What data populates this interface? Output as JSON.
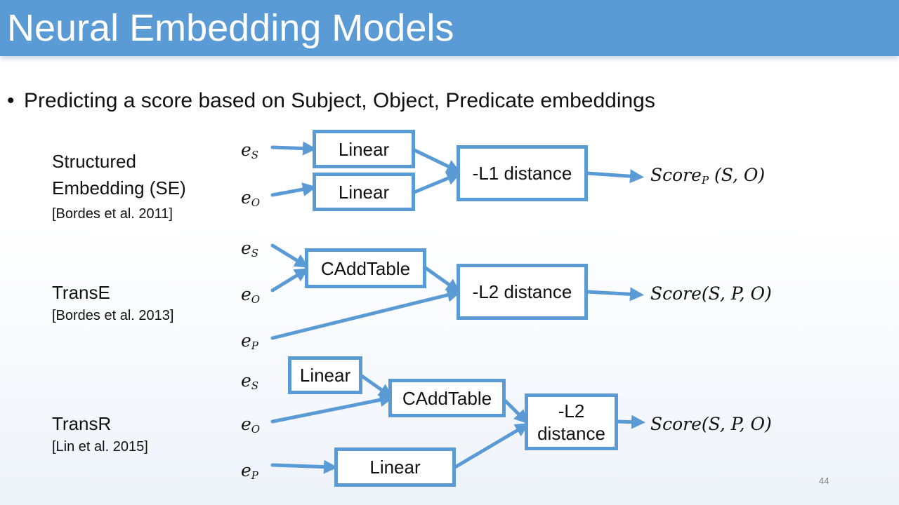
{
  "slide": {
    "title": "Neural Embedding Models",
    "bullet": "Predicting a score based on Subject, Object, Predicate embeddings",
    "page_number": "44"
  },
  "models": {
    "se": {
      "label_line1": "Structured",
      "label_line2": "Embedding (SE)",
      "ref": "[Bordes et al. 2011]",
      "input_s_base": "e",
      "input_s_sub": "S",
      "input_o_base": "e",
      "input_o_sub": "O",
      "linear_top": "Linear",
      "linear_bottom": "Linear",
      "distance": "-L1 distance",
      "score_base": "Score",
      "score_sub": "P",
      "score_args": " (S, O)"
    },
    "transe": {
      "label": "TransE",
      "ref": "[Bordes et al. 2013]",
      "input_s_base": "e",
      "input_s_sub": "S",
      "input_o_base": "e",
      "input_o_sub": "O",
      "input_p_base": "e",
      "input_p_sub": "P",
      "add": "CAddTable",
      "distance": "-L2 distance",
      "score": "Score(S, P, O)"
    },
    "transr": {
      "label": "TransR",
      "ref": "[Lin et al. 2015]",
      "input_s_base": "e",
      "input_s_sub": "S",
      "input_o_base": "e",
      "input_o_sub": "O",
      "input_p_base": "e",
      "input_p_sub": "P",
      "linear_top": "Linear",
      "add": "CAddTable",
      "distance_line1": "-L2",
      "distance_line2": "distance",
      "linear_bottom": "Linear",
      "score": "Score(S, P, O)"
    }
  },
  "colors": {
    "accent": "#5b9bd5",
    "title_text": "#ffffff"
  }
}
